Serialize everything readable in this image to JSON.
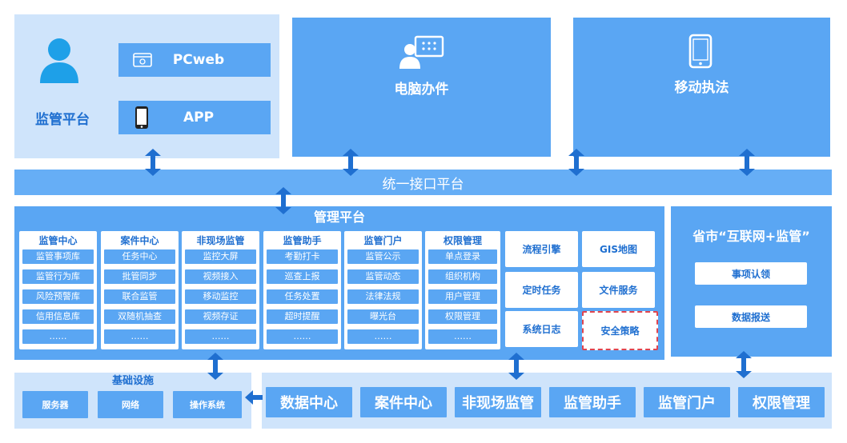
{
  "supervision": {
    "title": "监管平台",
    "pcweb": "PCweb",
    "app": "APP"
  },
  "office": {
    "title": "电脑办件"
  },
  "mobile": {
    "title": "移动执法"
  },
  "interface_bar": {
    "title": "统一接口平台"
  },
  "management": {
    "title": "管理平台",
    "columns": [
      {
        "title": "监管中心",
        "items": [
          "监管事项库",
          "监管行为库",
          "风险预警库",
          "信用信息库",
          "……"
        ]
      },
      {
        "title": "案件中心",
        "items": [
          "任务中心",
          "批管同步",
          "联合监管",
          "双随机抽查",
          "……"
        ]
      },
      {
        "title": "非现场监管",
        "items": [
          "监控大屏",
          "视频接入",
          "移动监控",
          "视频存证",
          "……"
        ]
      },
      {
        "title": "监管助手",
        "items": [
          "考勤打卡",
          "巡查上报",
          "任务处置",
          "超时提醒",
          "……"
        ]
      },
      {
        "title": "监管门户",
        "items": [
          "监管公示",
          "监管动态",
          "法律法规",
          "曝光台",
          "……"
        ]
      },
      {
        "title": "权限管理",
        "items": [
          "单点登录",
          "组织机构",
          "用户管理",
          "权限管理",
          "……"
        ]
      }
    ],
    "services": [
      "流程引擎",
      "GIS地图",
      "定时任务",
      "文件服务",
      "系统日志",
      "安全策略"
    ]
  },
  "province": {
    "title": "省市“互联网+监管”",
    "items": [
      "事项认领",
      "数据报送"
    ]
  },
  "infrastructure": {
    "title": "基础设施",
    "items": [
      "服务器",
      "网络",
      "操作系统"
    ]
  },
  "data_row": {
    "items": [
      "数据中心",
      "案件中心",
      "非现场监管",
      "监管助手",
      "监管门户",
      "权限管理"
    ]
  },
  "colors": {
    "pale": "#cfe4fb",
    "blue": "#5aa6f3",
    "title_blue": "#1f6fd0",
    "dashed_red": "#e0454f"
  }
}
